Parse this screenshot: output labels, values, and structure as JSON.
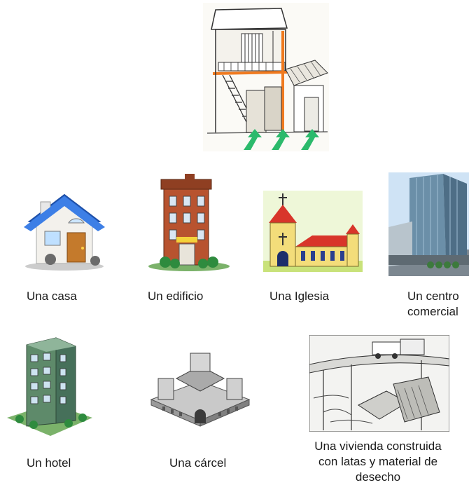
{
  "items": [
    {
      "id": "casa",
      "caption": "Una casa",
      "icon": "house-icon"
    },
    {
      "id": "edificio",
      "caption": "Un edificio",
      "icon": "building-icon"
    },
    {
      "id": "iglesia",
      "caption": "Una Iglesia",
      "icon": "church-icon"
    },
    {
      "id": "centro",
      "caption_line1": "Un centro",
      "caption_line2": "comercial",
      "icon": "mall-icon"
    },
    {
      "id": "hotel",
      "caption": "Un hotel",
      "icon": "hotel-icon"
    },
    {
      "id": "carcel",
      "caption": "Una cárcel",
      "icon": "prison-icon"
    },
    {
      "id": "vivienda",
      "caption_line1": "Una vivienda construida",
      "caption_line2": "con latas y material de",
      "caption_line3": "desecho",
      "icon": "shanty-icon"
    }
  ],
  "top_image": {
    "icon": "stilt-house-sketch"
  },
  "colors": {
    "roof_blue": "#2f6fd6",
    "brick": "#b8532f",
    "church_red": "#d8352a",
    "glass": "#6b8fa8",
    "hotel_green": "#5e8a6a",
    "orange_beam": "#f07a1f",
    "arrow_green": "#2cba6c"
  }
}
